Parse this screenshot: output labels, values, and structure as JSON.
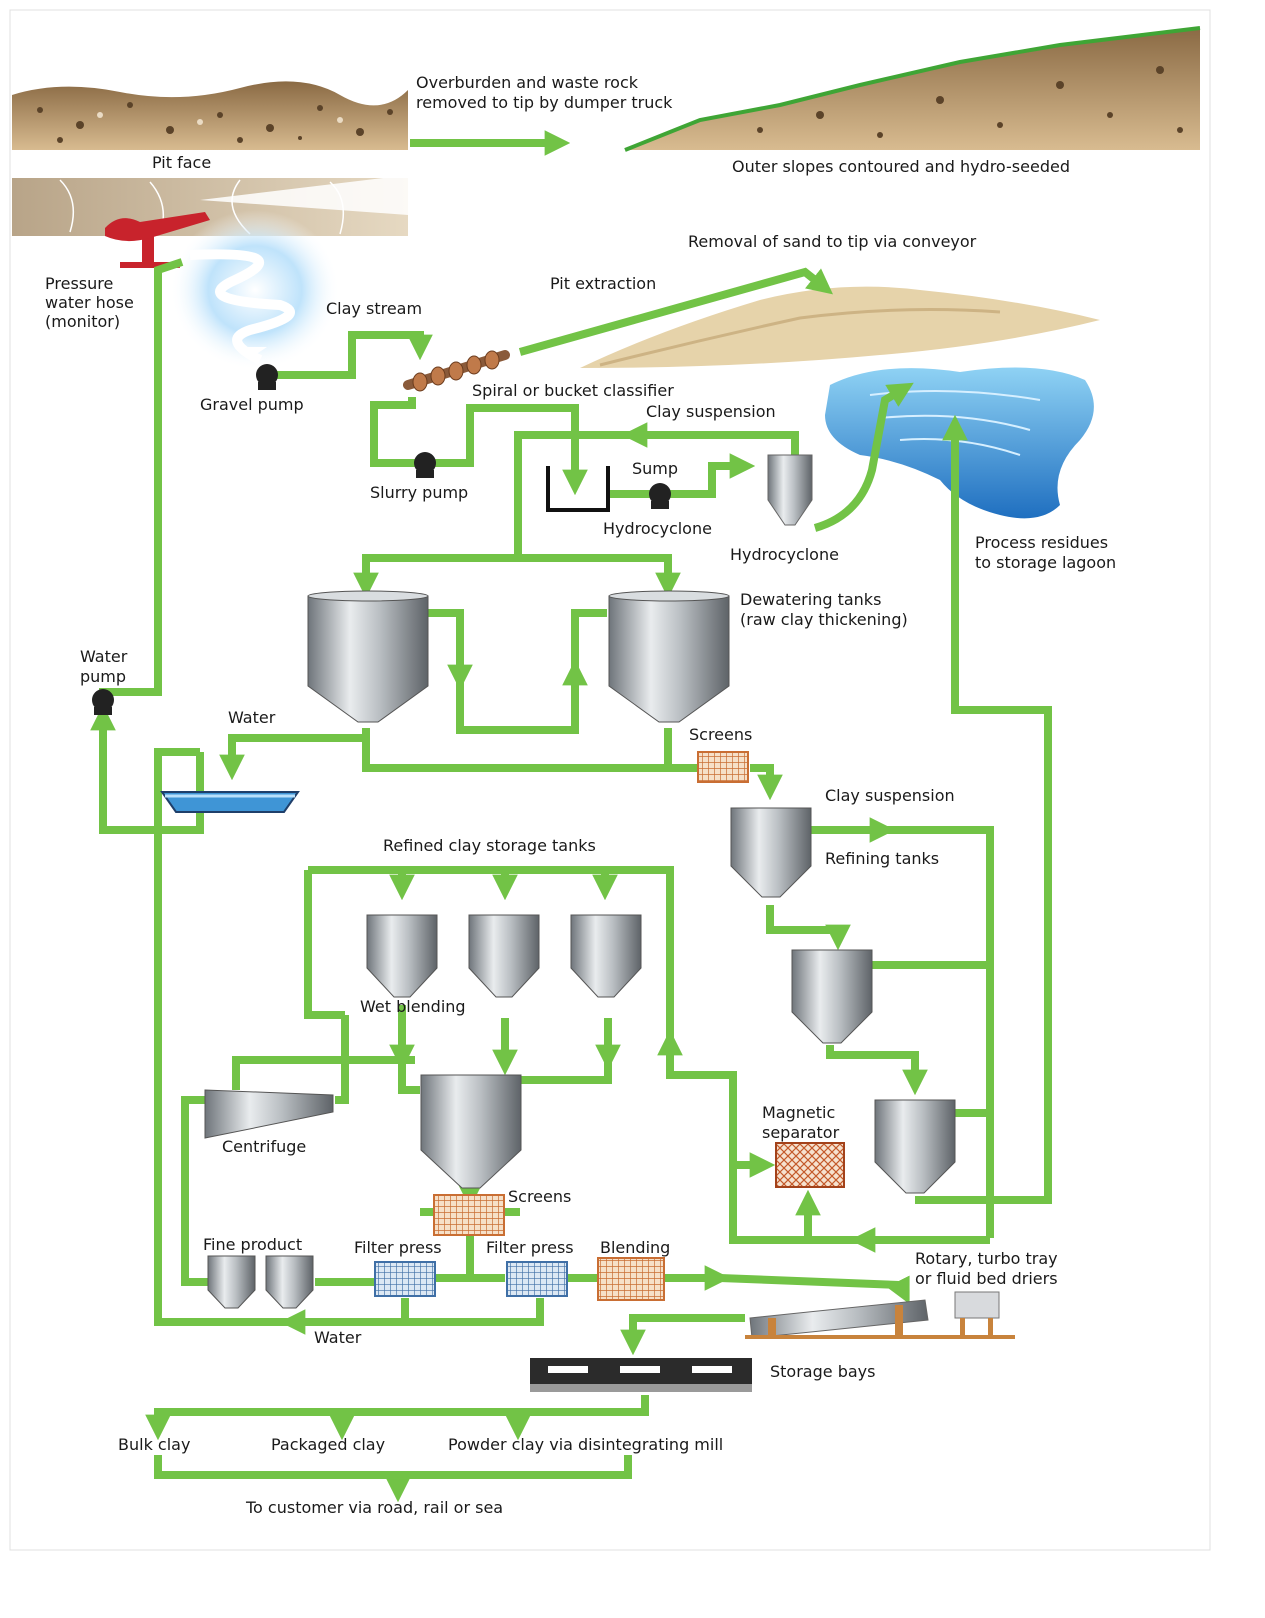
{
  "colors": {
    "flow": "#72c346",
    "soil": "#c9a57b",
    "water": "#3f95d6",
    "steel": "#9aa0a6",
    "monitor": "#c8232c",
    "screen": "#e38b4d",
    "filter": "#4d7fb5"
  },
  "labels": {
    "overburden": [
      "Overburden and waste rock",
      "removed to tip by dumper truck"
    ],
    "pit_face": "Pit face",
    "outer_slopes": "Outer slopes contoured and hydro-seeded",
    "removal_sand": "Removal of sand to tip via conveyor",
    "pit_extraction": "Pit extraction",
    "pressure_hose": [
      "Pressure",
      "water hose",
      "(monitor)"
    ],
    "clay_stream": "Clay stream",
    "gravel_pump": "Gravel pump",
    "spiral_classifier": "Spiral or bucket classifier",
    "clay_suspension_top": "Clay suspension",
    "sump": "Sump",
    "slurry_pump": "Slurry pump",
    "hydrocyclone_1": "Hydrocyclone",
    "hydrocyclone_2": "Hydrocyclone",
    "process_residues": [
      "Process residues",
      "to storage lagoon"
    ],
    "dewatering": [
      "Dewatering tanks",
      "(raw clay thickening)"
    ],
    "water_pump": [
      "Water",
      "pump"
    ],
    "water_top": "Water",
    "screens_top": "Screens",
    "clay_suspension_mid": "Clay suspension",
    "refining_tanks": "Refining tanks",
    "refined_storage": "Refined clay storage tanks",
    "wet_blending": "Wet blending",
    "centrifuge": "Centrifuge",
    "magnetic_separator": [
      "Magnetic",
      "separator"
    ],
    "screens_bottom": "Screens",
    "fine_product": "Fine product",
    "filter_press_1": "Filter press",
    "filter_press_2": "Filter press",
    "blending": "Blending",
    "driers": [
      "Rotary, turbo tray",
      "or fluid bed driers"
    ],
    "water_bottom": "Water",
    "storage_bays": "Storage bays",
    "bulk_clay": "Bulk clay",
    "packaged_clay": "Packaged clay",
    "powder_clay": "Powder clay via disintegrating mill",
    "to_customer": "To customer via road, rail or sea"
  }
}
